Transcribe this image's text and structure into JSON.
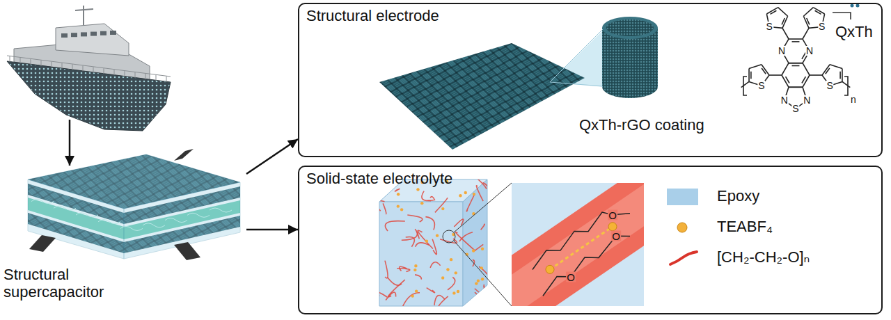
{
  "diagram": {
    "nodes": [
      {
        "text": [
          "Structural electrode"
        ]
      },
      {
        "text": [
          "Solid-state electrolyte"
        ]
      },
      {
        "text": [
          "Structural supercapacitor"
        ]
      }
    ],
    "edges": [
      {
        "from": 2,
        "to": 0,
        "arrow": "to"
      },
      {
        "from": 2,
        "to": 1,
        "arrow": "to"
      }
    ],
    "labels": [
      "QxTh-rGO coating",
      "QxTh",
      "S",
      "S",
      "N",
      "N",
      "S",
      "S",
      "N",
      "S",
      "N",
      "n",
      "O",
      "O",
      "O"
    ],
    "legend": [
      {
        "text": "Epoxy",
        "color": "#a9cfe9"
      },
      {
        "text": "TEABF₄"
      },
      {
        "text": "[CH₂-CH₂-O]ₙ"
      }
    ]
  }
}
